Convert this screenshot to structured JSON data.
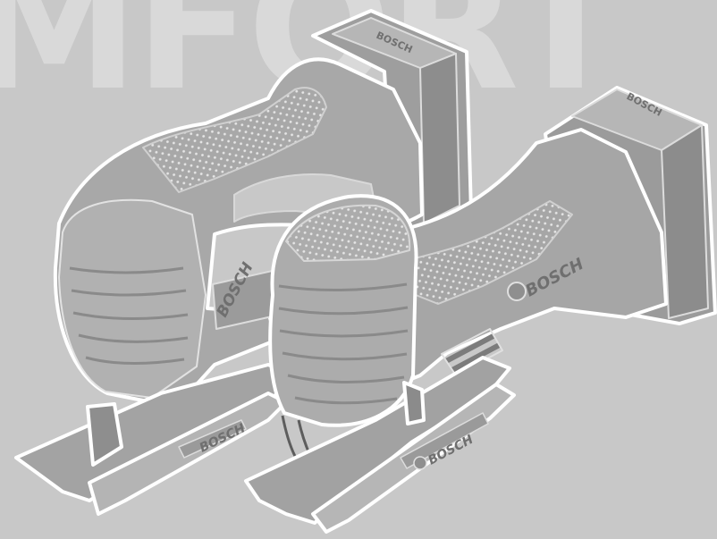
{
  "background_word": "MFORT",
  "brand": "BOSCH",
  "colors": {
    "background": "#c8c8c8",
    "tool_body": "#a9a9a9",
    "outline": "#ffffff"
  },
  "tools": [
    {
      "name": "rear jigsaw"
    },
    {
      "name": "front jigsaw"
    }
  ]
}
